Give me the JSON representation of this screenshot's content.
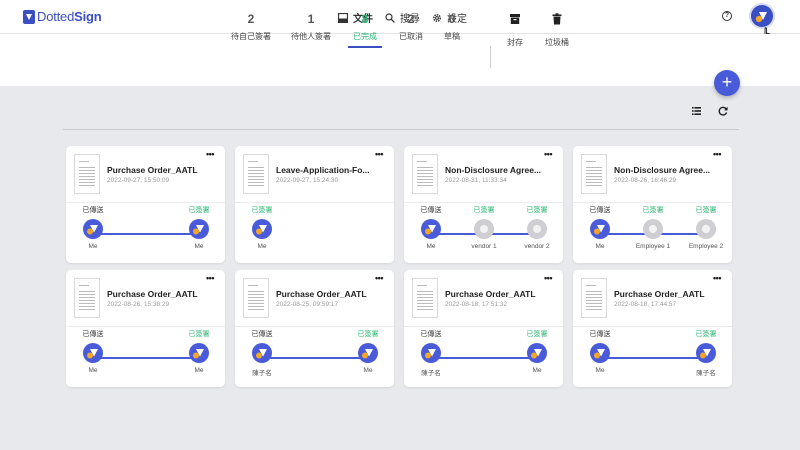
{
  "app": {
    "logo_prefix": "Dotted",
    "logo_suffix": "Sign"
  },
  "nav": {
    "documents": "文件",
    "search": "搜尋",
    "settings": "設定"
  },
  "colors": {
    "brand": "#3b4fc4",
    "accent": "#4a5bd9",
    "signed_green": "#2bb673",
    "avatar_orange": "#f5a623"
  },
  "tabs": [
    {
      "count": "2",
      "label": "待自己簽署"
    },
    {
      "count": "1",
      "label": "待他人簽署"
    },
    {
      "count": "8",
      "label": "已完成"
    },
    {
      "count": "2",
      "label": "已取消"
    },
    {
      "count": "0",
      "label": "草稿"
    }
  ],
  "actions": {
    "archive": "封存",
    "trash": "垃圾桶",
    "new_document": "+"
  },
  "cards": [
    {
      "title": "Purchase Order_AATL",
      "date": "2022-09-27, 15:50:09",
      "steps": [
        {
          "status": "已傳送",
          "name": "Me",
          "kind": "blue"
        },
        {
          "status": "已簽署",
          "name": "Me",
          "kind": "blue"
        }
      ]
    },
    {
      "title": "Leave-Application-Fo...",
      "date": "2022-09-27, 15:24:30",
      "steps": [
        {
          "status": "已簽署",
          "name": "Me",
          "kind": "blue"
        }
      ]
    },
    {
      "title": "Non-Disclosure Agree...",
      "date": "2022-08-31, 11:33:34",
      "steps": [
        {
          "status": "已傳送",
          "name": "Me",
          "kind": "blue"
        },
        {
          "status": "已簽署",
          "name": "vendor 1",
          "kind": "grey"
        },
        {
          "status": "已簽署",
          "name": "vendor 2",
          "kind": "grey"
        }
      ]
    },
    {
      "title": "Non-Disclosure Agree...",
      "date": "2022-08-26, 16:46:29",
      "steps": [
        {
          "status": "已傳送",
          "name": "Me",
          "kind": "blue"
        },
        {
          "status": "已簽署",
          "name": "Employee 1",
          "kind": "grey"
        },
        {
          "status": "已簽署",
          "name": "Employee 2",
          "kind": "grey"
        }
      ]
    },
    {
      "title": "Purchase Order_AATL",
      "date": "2022-08-26, 15:38:29",
      "steps": [
        {
          "status": "已傳送",
          "name": "Me",
          "kind": "blue"
        },
        {
          "status": "已簽署",
          "name": "Me",
          "kind": "blue"
        }
      ]
    },
    {
      "title": "Purchase Order_AATL",
      "date": "2022-08-25, 09:59:17",
      "steps": [
        {
          "status": "已傳送",
          "name": "陳子名",
          "kind": "blue"
        },
        {
          "status": "已簽署",
          "name": "Me",
          "kind": "blue"
        }
      ]
    },
    {
      "title": "Purchase Order_AATL",
      "date": "2022-08-18, 17:51:32",
      "steps": [
        {
          "status": "已傳送",
          "name": "陳子名",
          "kind": "blue"
        },
        {
          "status": "已簽署",
          "name": "Me",
          "kind": "blue"
        }
      ]
    },
    {
      "title": "Purchase Order_AATL",
      "date": "2022-08-18, 17:44:57",
      "steps": [
        {
          "status": "已傳送",
          "name": "Me",
          "kind": "blue"
        },
        {
          "status": "已簽署",
          "name": "陳子名",
          "kind": "blue"
        }
      ]
    }
  ]
}
